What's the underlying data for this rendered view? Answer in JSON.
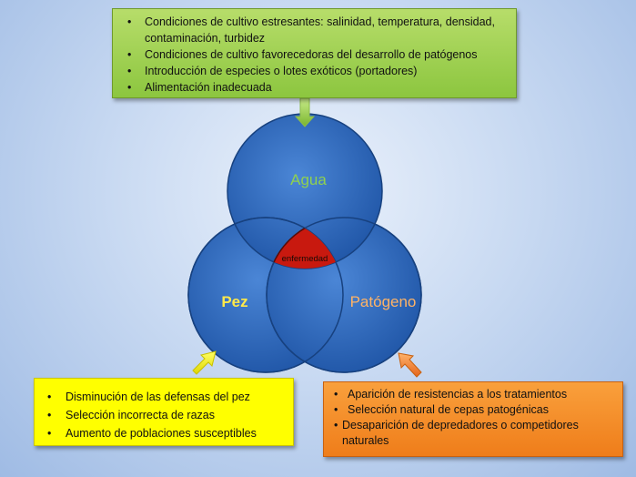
{
  "green_box": {
    "items": [
      "Condiciones de cultivo estresantes: salinidad, temperatura, densidad, contaminación, turbidez",
      "Condiciones de cultivo favorecedoras del desarrollo de patógenos",
      "Introducción de especies o lotes exóticos (portadores)",
      "Alimentación inadecuada"
    ]
  },
  "venn": {
    "top_label": "Agua",
    "left_label": "Pez",
    "right_label": "Patógeno",
    "center_label": "enfermedad"
  },
  "yellow_box": {
    "items": [
      "Disminución de las defensas del pez",
      "Selección incorrecta de razas",
      "Aumento de poblaciones susceptibles"
    ]
  },
  "orange_box": {
    "items": [
      "Aparición de resistencias a los tratamientos",
      "Selección natural de cepas patogénicas",
      "Desaparición de depredadores o competidores naturales"
    ]
  },
  "colors": {
    "circle_fill": "#2f6cc0",
    "intersection_fill": "#c8190f",
    "green_box": "#8cc63f",
    "yellow_box": "#ffff00",
    "orange_box": "#ef7d1a",
    "label_green": "#8fd14f",
    "label_yellow": "#ffe94a"
  }
}
